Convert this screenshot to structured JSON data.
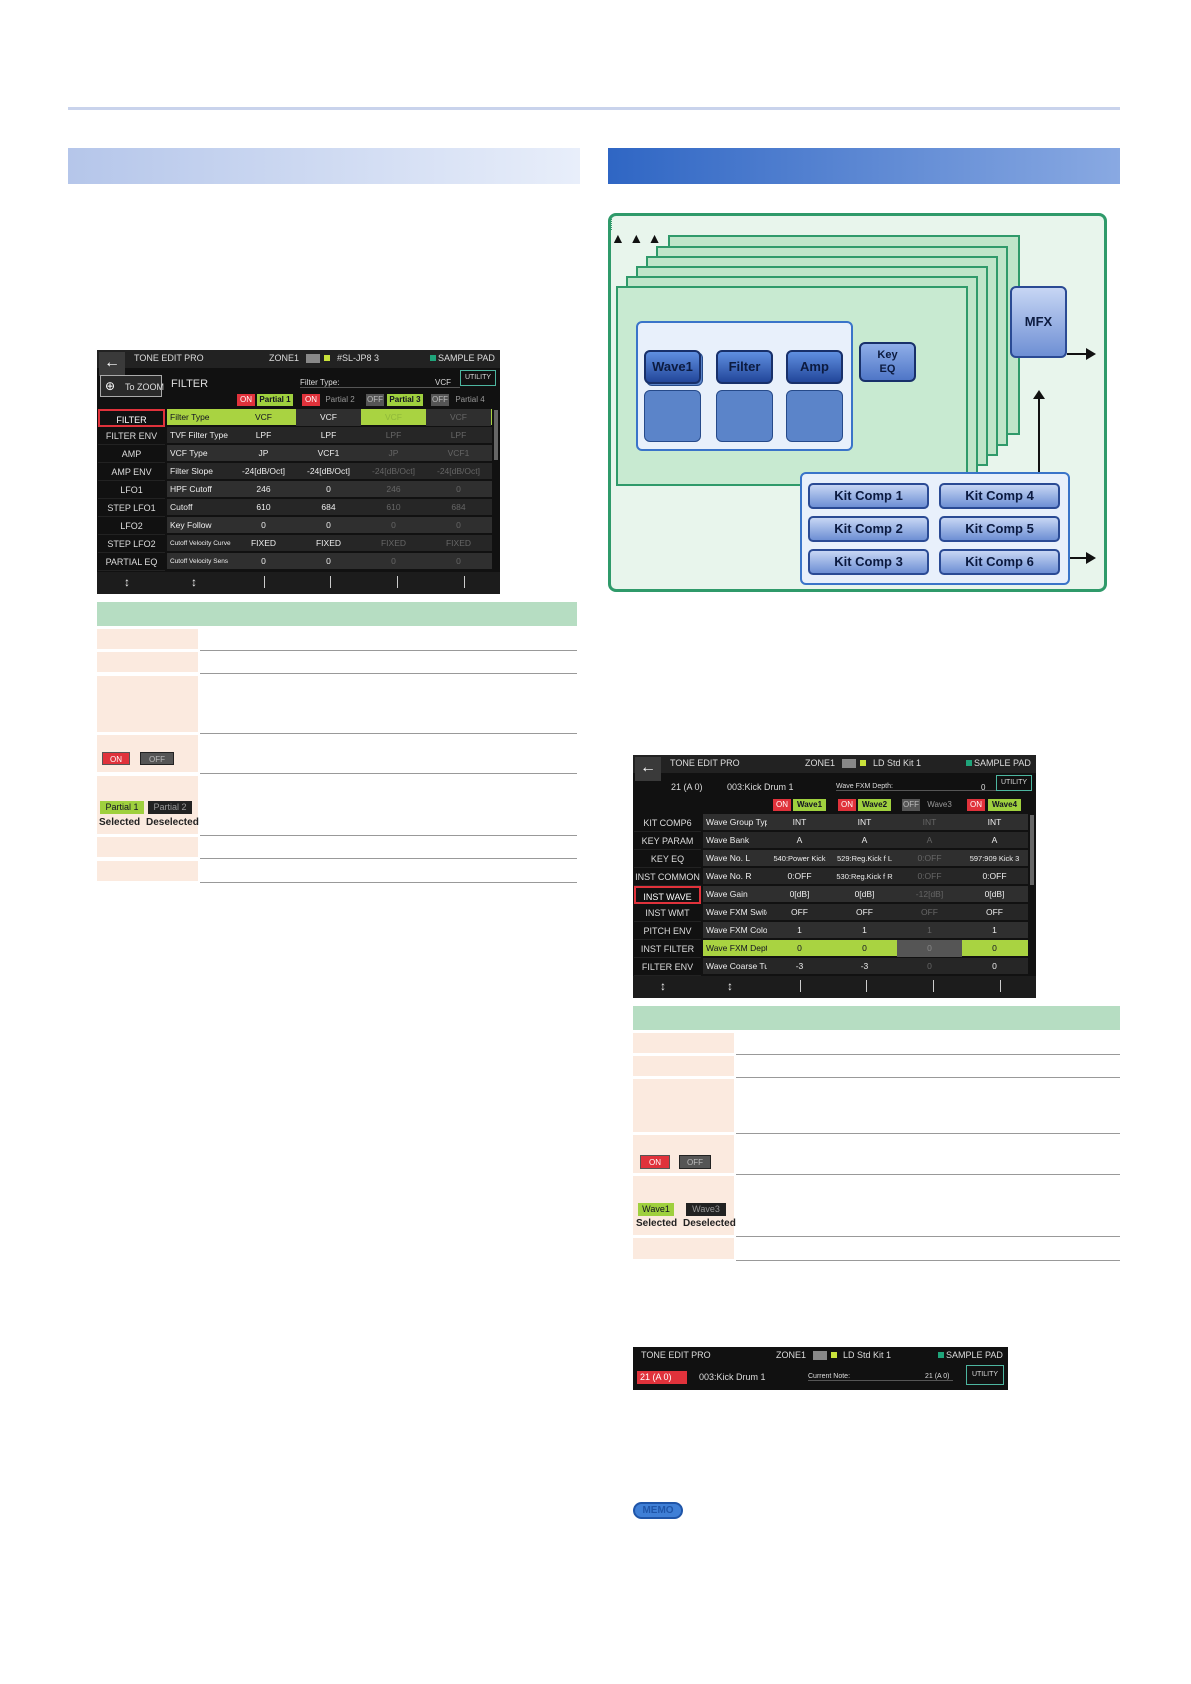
{
  "screen1": {
    "header": {
      "title": "TONE EDIT PRO",
      "zone": "ZONE1",
      "patch": "#SL-JP8 3",
      "sample_pad": "SAMPLE PAD"
    },
    "zoom": "To ZOOM",
    "section": "FILTER",
    "info_label": "Filter Type:",
    "info_value": "VCF",
    "utility": "UTILITY",
    "partials": [
      {
        "switch": "ON",
        "label": "Partial 1",
        "selected": true
      },
      {
        "switch": "ON",
        "label": "Partial 2",
        "selected": false
      },
      {
        "switch": "OFF",
        "label": "Partial 3",
        "selected": true
      },
      {
        "switch": "OFF",
        "label": "Partial 4",
        "selected": false
      }
    ],
    "menu": [
      "FILTER",
      "FILTER ENV",
      "AMP",
      "AMP ENV",
      "LFO1",
      "STEP LFO1",
      "LFO2",
      "STEP LFO2",
      "PARTIAL EQ"
    ],
    "rows": [
      {
        "label": "Filter Type",
        "v": [
          "VCF",
          "VCF",
          "VCF",
          "VCF"
        ]
      },
      {
        "label": "TVF Filter Type",
        "v": [
          "LPF",
          "LPF",
          "LPF",
          "LPF"
        ]
      },
      {
        "label": "VCF Type",
        "v": [
          "JP",
          "VCF1",
          "JP",
          "VCF1"
        ]
      },
      {
        "label": "Filter Slope",
        "v": [
          "-24[dB/Oct]",
          "-24[dB/Oct]",
          "-24[dB/Oct]",
          "-24[dB/Oct]"
        ]
      },
      {
        "label": "HPF Cutoff",
        "v": [
          "246",
          "0",
          "246",
          "0"
        ]
      },
      {
        "label": "Cutoff",
        "v": [
          "610",
          "684",
          "610",
          "684"
        ]
      },
      {
        "label": "Key Follow",
        "v": [
          "0",
          "0",
          "0",
          "0"
        ]
      },
      {
        "label": "Cutoff Velocity Curve",
        "v": [
          "FIXED",
          "FIXED",
          "FIXED",
          "FIXED"
        ]
      },
      {
        "label": "Cutoff Velocity Sens",
        "v": [
          "0",
          "0",
          "0",
          "0"
        ]
      }
    ],
    "arrows": [
      "↕",
      "↕"
    ]
  },
  "legend1": {
    "on": "ON",
    "off": "OFF",
    "sel": "Partial 1",
    "desel": "Partial 2",
    "sel_text": "Selected",
    "desel_text": "Deselected"
  },
  "diagram": {
    "wave": "Wave1",
    "filter": "Filter",
    "amp": "Amp",
    "key_eq": [
      "Key",
      "EQ"
    ],
    "mfx": "MFX",
    "kit_comps": [
      "Kit Comp 1",
      "Kit Comp 4",
      "Kit Comp 2",
      "Kit Comp 5",
      "Kit Comp 3",
      "Kit Comp 6"
    ]
  },
  "screen2": {
    "header": {
      "title": "TONE EDIT PRO",
      "zone": "ZONE1",
      "patch": "LD Std Kit 1",
      "sample_pad": "SAMPLE PAD"
    },
    "note": "21 (A 0)",
    "inst": "003:Kick Drum 1",
    "info_label": "Wave FXM Depth:",
    "info_value": "0",
    "utility": "UTILITY",
    "waves": [
      {
        "switch": "ON",
        "label": "Wave1",
        "selected": true
      },
      {
        "switch": "ON",
        "label": "Wave2",
        "selected": true
      },
      {
        "switch": "OFF",
        "label": "Wave3",
        "selected": false
      },
      {
        "switch": "ON",
        "label": "Wave4",
        "selected": true
      }
    ],
    "menu": [
      "KIT COMP6",
      "KEY PARAM",
      "KEY EQ",
      "INST COMMON",
      "INST WAVE",
      "INST WMT",
      "PITCH ENV",
      "INST FILTER",
      "FILTER ENV"
    ],
    "rows": [
      {
        "label": "Wave Group Type",
        "v": [
          "INT",
          "INT",
          "INT",
          "INT"
        ]
      },
      {
        "label": "Wave Bank",
        "v": [
          "A",
          "A",
          "A",
          "A"
        ]
      },
      {
        "label": "Wave No. L",
        "v": [
          "540:Power Kick",
          "529:Reg.Kick f L",
          "0:OFF",
          "597:909 Kick 3"
        ]
      },
      {
        "label": "Wave No. R",
        "v": [
          "0:OFF",
          "530:Reg.Kick f R",
          "0:OFF",
          "0:OFF"
        ]
      },
      {
        "label": "Wave Gain",
        "v": [
          "0[dB]",
          "0[dB]",
          "-12[dB]",
          "0[dB]"
        ]
      },
      {
        "label": "Wave FXM Switch",
        "v": [
          "OFF",
          "OFF",
          "OFF",
          "OFF"
        ]
      },
      {
        "label": "Wave FXM Color",
        "v": [
          "1",
          "1",
          "1",
          "1"
        ]
      },
      {
        "label": "Wave FXM Depth",
        "v": [
          "0",
          "0",
          "0",
          "0"
        ]
      },
      {
        "label": "Wave Coarse Tune",
        "v": [
          "-3",
          "-3",
          "0",
          "0"
        ]
      }
    ],
    "arrows": [
      "↕",
      "↕"
    ]
  },
  "legend2": {
    "on": "ON",
    "off": "OFF",
    "sel": "Wave1",
    "desel": "Wave3",
    "sel_text": "Selected",
    "desel_text": "Deselected"
  },
  "screen3": {
    "title": "TONE EDIT PRO",
    "zone": "ZONE1",
    "patch": "LD Std Kit 1",
    "sample_pad": "SAMPLE PAD",
    "note": "21 (A 0)",
    "inst": "003:Kick Drum 1",
    "current_label": "Current Note:",
    "current_value": "21 (A 0)",
    "utility": "UTILITY"
  },
  "memo": "MEMO"
}
